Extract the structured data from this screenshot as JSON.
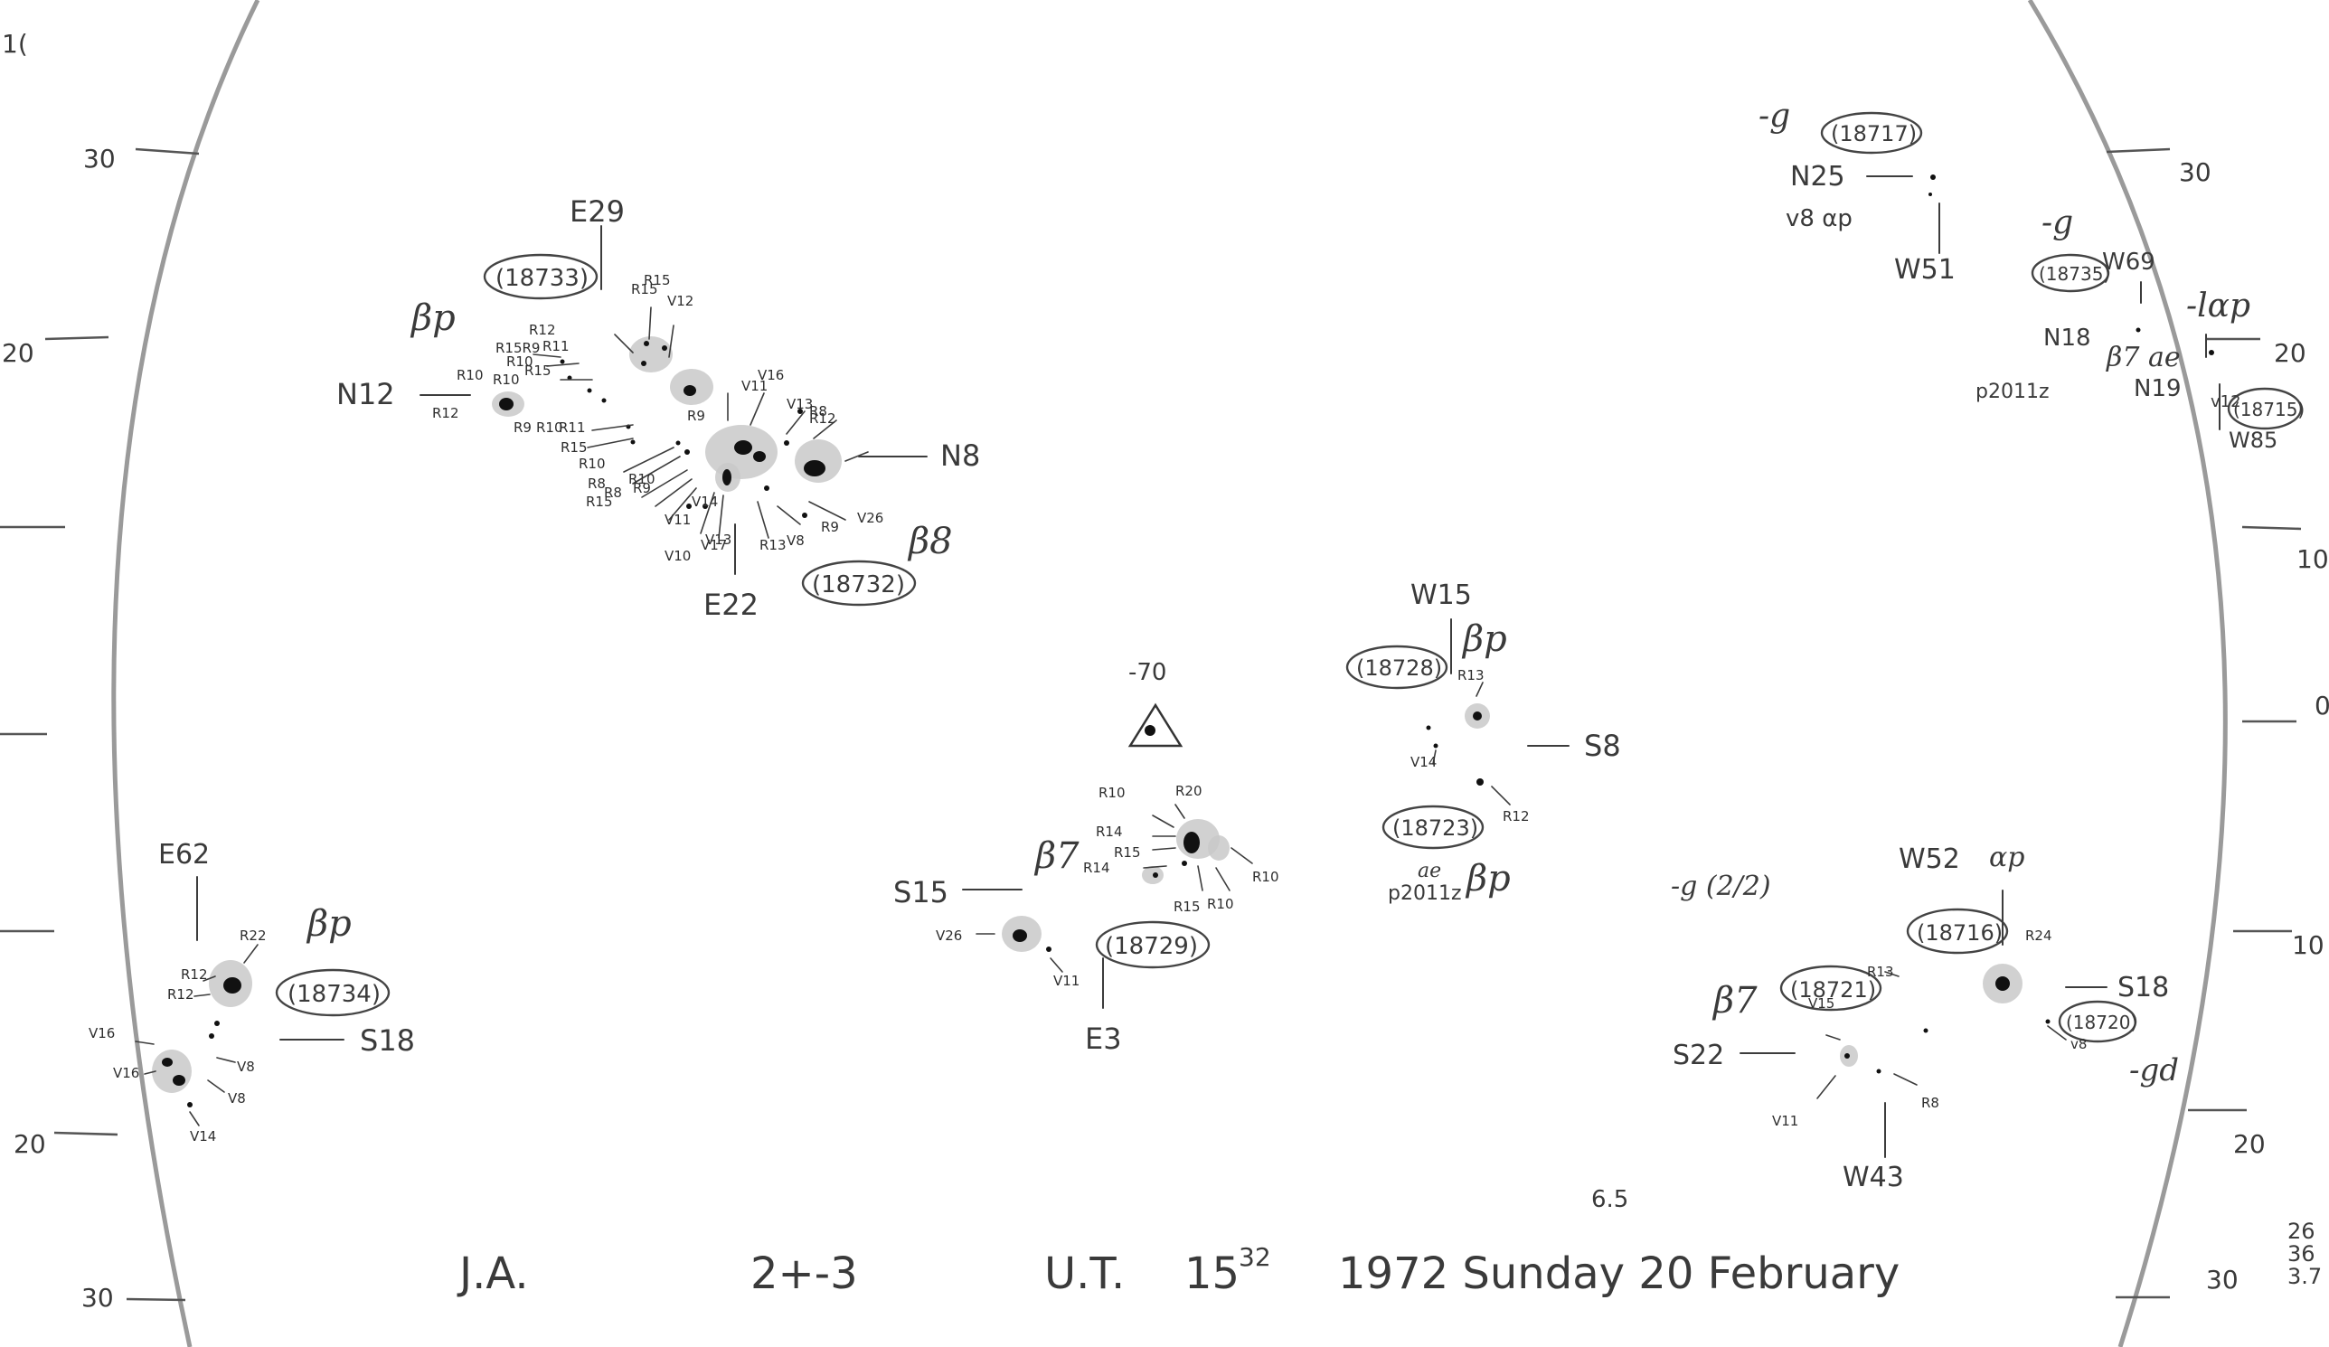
{
  "sheet": {
    "footer_date": "1972 Sunday 20 February",
    "footer_time_main": "15",
    "footer_time_sup": "32",
    "footer_ut": "U.T.",
    "footer_seeing": "2+-3",
    "footer_observer": "J.A.",
    "footer_sup_65": "6.5",
    "corner_top_left": "1(",
    "corner_bottom_right": "",
    "corner_br_1": "26",
    "corner_br_2": "36",
    "corner_br_3": "3.7"
  },
  "grid_labels": {
    "left_30_top": "30",
    "left_20_top": "20",
    "left_20_bottom": "20",
    "left_30_bottom": "30",
    "right_30_top": "30",
    "right_20_top": "20",
    "right_10_top": "10",
    "right_0": "0",
    "right_10_bottom": "10",
    "right_20_bottom": "20",
    "right_30_bottom": "30"
  },
  "regions": [
    {
      "number": "(18733)",
      "class": "βp",
      "pos_a": "E29",
      "pos_b": "N12"
    },
    {
      "number": "(18732)",
      "class": "β8",
      "pos_a": "E22",
      "pos_b": "N8"
    },
    {
      "number": "(18734)",
      "class": "βp",
      "pos_a": "E62",
      "pos_b": "S18"
    },
    {
      "number": "(18729)",
      "class": "β7",
      "pos_a": "E3",
      "pos_b": "S15",
      "note": "-70"
    },
    {
      "number": "(18728)",
      "class": "βp",
      "pos_a": "W15",
      "pos_b": "S8"
    },
    {
      "number": "(18723)",
      "class": "βp",
      "extra": "ae",
      "extra2": "p2011z"
    },
    {
      "number": "(18717)",
      "class": "-g",
      "pos_a": "W51",
      "pos_b": "N25",
      "extra": "v8 αp"
    },
    {
      "number": "(18735)",
      "class": "-g",
      "pos_a": "W69",
      "pos_b": "N18",
      "extra": "β7 ae",
      "extra2": "p2011z"
    },
    {
      "number": "(18715)",
      "class": "-lαp",
      "pos_a": "W85",
      "pos_b": "N19",
      "extra": "v12"
    },
    {
      "number": "(18716)",
      "class": "αp",
      "pos_a": "W52",
      "pos_b": "S18",
      "extra": "R24"
    },
    {
      "number": "(18720)",
      "class": "-gd",
      "extra": "v8"
    },
    {
      "number": "(18721)",
      "class": "β7",
      "pos_a": "W43",
      "pos_b": "S22",
      "extra": "-g (2/2)"
    }
  ],
  "spot_labels": {
    "cluster1": [
      "R15",
      "R12",
      "R11",
      "R15R9",
      "R10",
      "R15",
      "R10",
      "R10",
      "R12",
      "R11",
      "R10",
      "R9",
      "R15",
      "R10",
      "R8",
      "R15",
      "V12",
      "R15",
      "V11",
      "R8",
      "V13",
      "V16",
      "R9",
      "R10",
      "V11",
      "V17",
      "R9",
      "R8",
      "V14",
      "R13",
      "V13",
      "V10",
      "V8",
      "R9",
      "V26",
      "R12"
    ],
    "cluster_sw": [
      "R22",
      "R12",
      "R12",
      "V16",
      "V16",
      "V8",
      "V8",
      "V14"
    ],
    "cluster_center": [
      "R20",
      "R10",
      "R14",
      "R15",
      "R14",
      "R10",
      "R15",
      "R10",
      "V26",
      "V11"
    ],
    "cluster_w15": [
      "R13",
      "V14",
      "R12"
    ],
    "cluster_se": [
      "R24",
      "R13",
      "V15",
      "V11",
      "R8"
    ]
  }
}
